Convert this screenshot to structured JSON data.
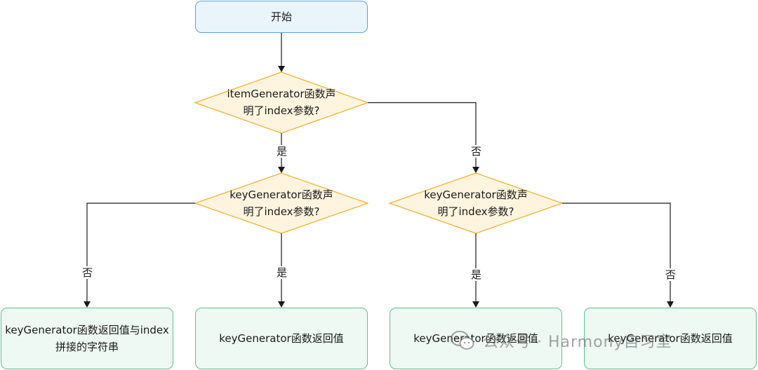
{
  "nodes": {
    "start": "开始",
    "decision_item": "itemGenerator函数声\n明了index参数?",
    "decision_key_left": "keyGenerator函数声\n明了index参数?",
    "decision_key_right": "keyGenerator函数声\n明了index参数?",
    "result_concat": "keyGenerator函数返回值与index\n拼接的字符串",
    "result_key_1": "keyGenerator函数返回值",
    "result_key_2": "keyGenerator函数返回值",
    "result_key_3": "keyGenerator函数返回值"
  },
  "edge_labels": {
    "yes_1": "是",
    "no_1": "否",
    "no_2": "否",
    "yes_2": "是",
    "yes_3": "是",
    "no_3": "否"
  },
  "watermark": "公众号 · Harmony自习室",
  "colors": {
    "start_fill": "#e9f4fb",
    "start_border": "#5ba3d4",
    "decision_fill": "#fff5df",
    "decision_border": "#f2b235",
    "result_fill": "#eef9f3",
    "result_border": "#5cc18f",
    "edge": "#1a1a1a"
  }
}
